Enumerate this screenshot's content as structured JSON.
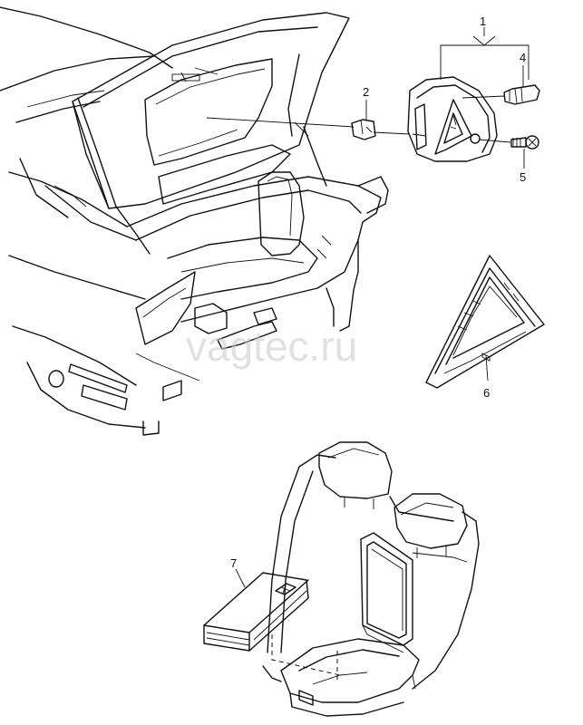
{
  "watermark": "vagtec.ru",
  "callouts": [
    {
      "id": "1",
      "label": "1"
    },
    {
      "id": "2",
      "label": "2"
    },
    {
      "id": "4",
      "label": "4"
    },
    {
      "id": "5",
      "label": "5"
    },
    {
      "id": "6",
      "label": "6"
    },
    {
      "id": "7",
      "label": "7"
    }
  ],
  "parts": {
    "trunk": "car-rear-open-trunk",
    "triangle_holder": "warning-triangle-holder",
    "triangle": "warning-triangle",
    "armrest": "rear-seat-armrest",
    "first_aid_kit": "first-aid-kit"
  }
}
